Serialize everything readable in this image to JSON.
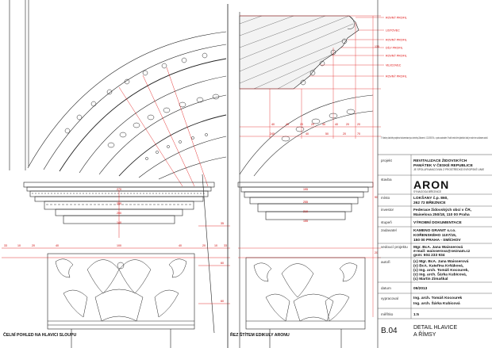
{
  "views": {
    "left_caption": "ČELNÍ POHLED NA HLAVICI SLOUPU",
    "right_caption": "ŘEZ ŠTÍTEM EDIKULY ARONU"
  },
  "profile_callouts": [
    "ROVNÝ PROFIL",
    "LISTOVEC",
    "ROVNÝ PROFIL",
    "DÍLY PROFIL",
    "ROVNÝ PROFIL",
    "VEJCOVEC",
    "ROVNÝ PROFIL"
  ],
  "dimensions": {
    "top_row": [
      "40",
      "40",
      "20",
      "20",
      "40",
      "40",
      "20",
      "20"
    ],
    "mid_row": [
      "245",
      "40",
      "50",
      "20",
      "70"
    ],
    "left_widths": [
      "270",
      "250",
      "200",
      "140"
    ],
    "right_widths": [
      "195",
      "255",
      "210",
      "155"
    ],
    "bottom_row": [
      "33",
      "10",
      "20",
      "40",
      "100",
      "40",
      "20",
      "10",
      "33"
    ],
    "heights": [
      "35",
      "60",
      "60",
      "135",
      "90",
      "20"
    ]
  },
  "title_block": {
    "note": "© Všechny části této projektové dokumentace jsou chráněny Zákonem č. 121/2000 Sb., o právu autorském. Použití nebo šíření jakékoliv části je možné se souhlasem autorů.",
    "rows": [
      {
        "label": "projekt",
        "lines": [
          "REVITALIZACE ŽIDOVSKÝCH",
          "PAMÁTEK V ČESKÉ REPUBLICE",
          "JE SPOLUFINANCOVÁN Z PROSTŘEDKŮ EVROPSKÉ UNIE"
        ]
      },
      {
        "label": "stavba",
        "lines": [
          "ARON",
          "SYNAGOGA BŘEZNICE"
        ]
      },
      {
        "label": "místo",
        "lines": [
          "LOKŠANY č.p. 860,",
          "262 72 BŘEZNICE"
        ]
      },
      {
        "label": "investor",
        "lines": [
          "Federace židovských obcí v ČR,",
          "Maiselova 250/18, 110 00 Praha"
        ]
      },
      {
        "label": "stupeň",
        "lines": [
          "VÝROBNÍ DOKUMENTACE"
        ]
      },
      {
        "label": "zadavatel",
        "lines": [
          "KAMENO GRANIT s.r.o.",
          "KOŘENSKÉHO 1107/15,",
          "150 00 PRAHA - SMÍCHOV"
        ]
      },
      {
        "label": "vedoucí projektu",
        "lines": [
          "Mgr. BcA. Jana Waisserová",
          "e-mail: waisserova@seznam.cz",
          "gsm: 604 233 934"
        ]
      },
      {
        "label": "autoři",
        "lines": [
          "(c) Mgr. BcA. Jana Waisserová",
          "(c) BcA. Kateřina Krňáková,",
          "(c) Ing. arch. Tomáš Kocourek,",
          "(c) Ing. arch. Šárka Kubicová,",
          "(c) Martin Zimaškal"
        ]
      },
      {
        "label": "datum",
        "lines": [
          "09/2013"
        ]
      },
      {
        "label": "vypracoval",
        "lines": [
          "Ing. arch. Tomáš Kocourek",
          "Ing. arch. Šárka Kubicová"
        ]
      },
      {
        "label": "měřítko",
        "lines": [
          "1:5"
        ]
      }
    ],
    "sheet_number": "B.04",
    "sheet_title": [
      "DETAIL HLAVICE",
      "A ŘÍMSY"
    ]
  }
}
